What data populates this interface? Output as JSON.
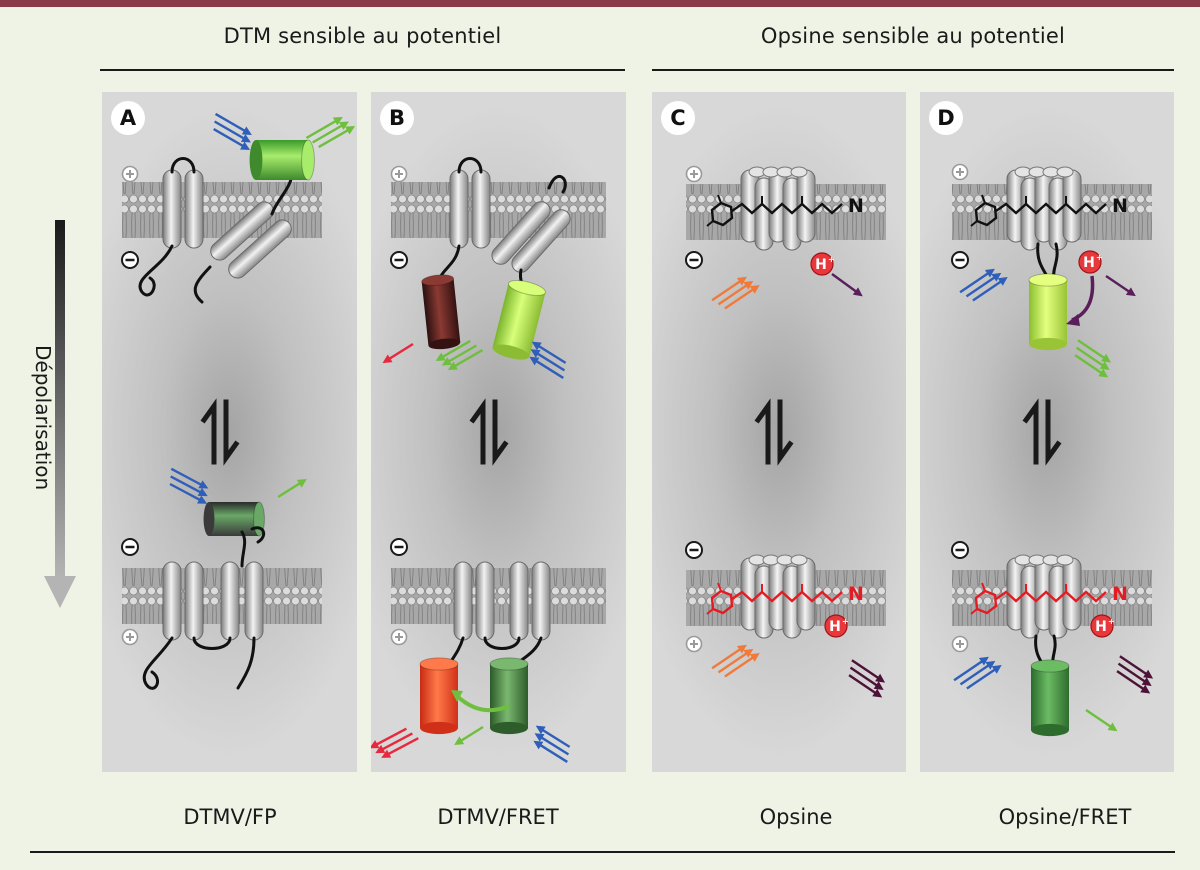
{
  "groups": [
    {
      "title": "DTM sensible au potentiel"
    },
    {
      "title": "Opsine sensible au potentiel"
    }
  ],
  "axis_label": "Dépolarisation",
  "panels": [
    {
      "letter": "A",
      "caption": "DTMV/FP"
    },
    {
      "letter": "B",
      "caption": "DTMV/FRET"
    },
    {
      "letter": "C",
      "caption": "Opsine"
    },
    {
      "letter": "D",
      "caption": "Opsine/FRET"
    }
  ],
  "membrane_signs": {
    "plus": "+",
    "minus": "−"
  },
  "retinal_labels": {
    "nitrogen": "N",
    "proton": "H",
    "proton_charge": "+"
  },
  "colors": {
    "top_bar": "#8a3a48",
    "background": "#eef3e6",
    "excitation_blue": "#2f5fb8",
    "emission_green": "#6fbf3f",
    "emission_red": "#e8283c",
    "orange": "#f07a3c",
    "purple": "#5a1f5a",
    "dark_purple": "#4d1237",
    "retinal_red": "#e31c23"
  }
}
